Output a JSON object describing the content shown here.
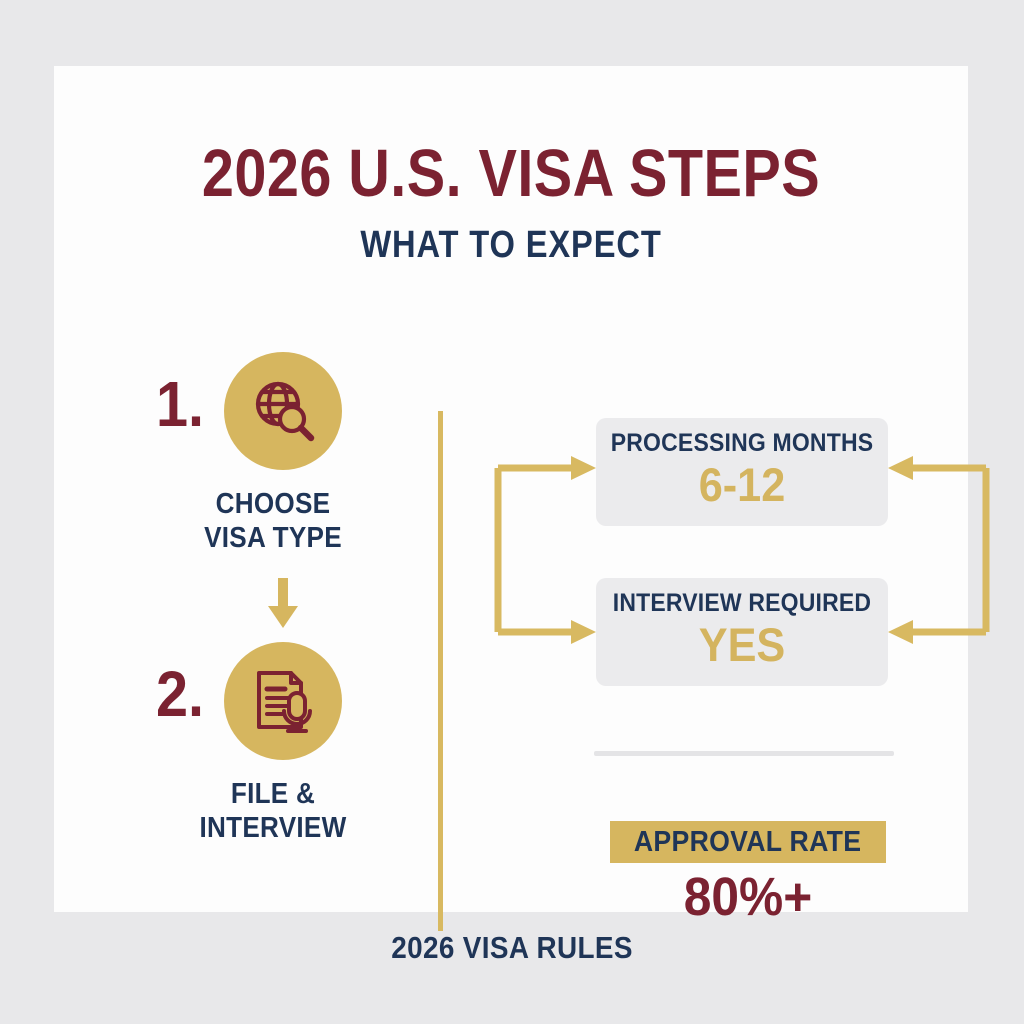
{
  "colors": {
    "background": "#e8e8ea",
    "card": "#fdfdfd",
    "maroon": "#7b2231",
    "navy": "#1f3557",
    "gold": "#d6b65f",
    "gold_value": "#d4b45f",
    "stat_card": "#ebebed",
    "divider": "#e4e4e6"
  },
  "header": {
    "title": "2026 U.S. VISA STEPS",
    "subtitle": "WHAT TO EXPECT"
  },
  "steps": [
    {
      "number": "1.",
      "icon": "globe-search-icon",
      "label": "CHOOSE\nVISA TYPE",
      "label_line1": "CHOOSE",
      "label_line2": "VISA TYPE"
    },
    {
      "number": "2.",
      "icon": "document-microphone-icon",
      "label": "FILE &\nINTERVIEW",
      "label_line1": "FILE &",
      "label_line2": "INTERVIEW"
    }
  ],
  "stats": [
    {
      "label": "PROCESSING MONTHS",
      "value": "6-12"
    },
    {
      "label": "INTERVIEW REQUIRED",
      "value": "YES"
    }
  ],
  "approval": {
    "label": "APPROVAL RATE",
    "value": "80%+"
  },
  "footer": {
    "text": "2026 VISA RULES"
  },
  "chart_data": {
    "type": "table",
    "title": "2026 U.S. VISA STEPS",
    "subtitle": "WHAT TO EXPECT",
    "categories": [
      "PROCESSING MONTHS",
      "INTERVIEW REQUIRED",
      "APPROVAL RATE"
    ],
    "values": [
      "6-12",
      "YES",
      "80%+"
    ],
    "steps": [
      "CHOOSE VISA TYPE",
      "FILE & INTERVIEW"
    ],
    "xlabel": "",
    "ylabel": ""
  }
}
